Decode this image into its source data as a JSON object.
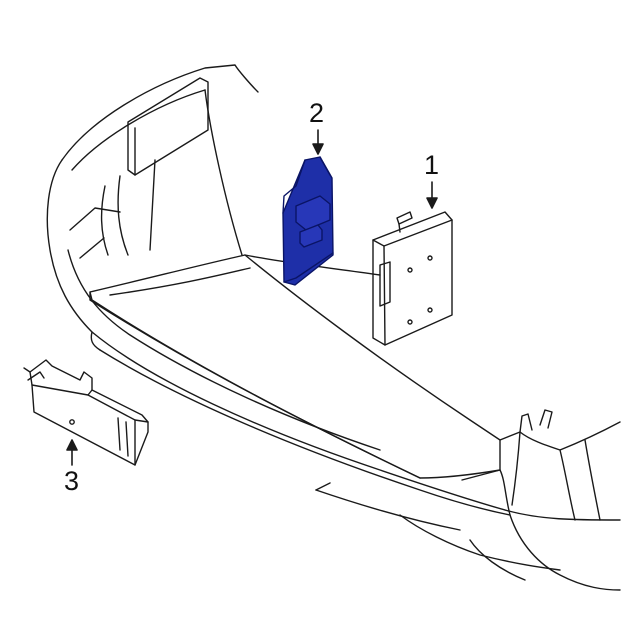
{
  "callouts": [
    {
      "id": "1",
      "text": "1"
    },
    {
      "id": "2",
      "text": "2"
    },
    {
      "id": "3",
      "text": "3"
    }
  ],
  "colors": {
    "line": "#1a1a1a",
    "highlight_fill": "#1e2fa8",
    "highlight_stroke": "#0a1466",
    "background": "#ffffff"
  }
}
